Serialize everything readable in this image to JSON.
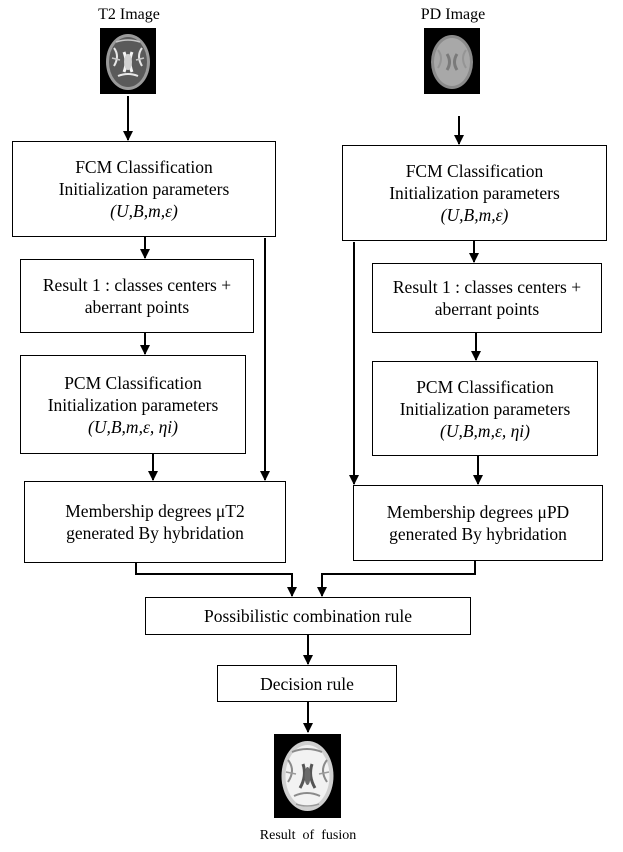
{
  "labels": {
    "t2_image": "T2 Image",
    "pd_image": "PD Image",
    "result": "Result  of  fusion"
  },
  "left": {
    "fcm": {
      "line1": "FCM Classification",
      "line2": "Initialization parameters",
      "line3": "(U,B,m,ε)"
    },
    "result1": {
      "line1": "Result 1 : classes centers +",
      "line2": "aberrant points"
    },
    "pcm": {
      "line1": "PCM Classification",
      "line2": "Initialization parameters",
      "line3": "(U,B,m,ε, ηi)"
    },
    "membership": {
      "line1": "Membership degrees μT2",
      "line2": "generated By hybridation"
    }
  },
  "right": {
    "fcm": {
      "line1": "FCM Classification",
      "line2": "Initialization parameters",
      "line3": "(U,B,m,ε)"
    },
    "result1": {
      "line1": "Result 1 : classes centers +",
      "line2": "aberrant points"
    },
    "pcm": {
      "line1": "PCM Classification",
      "line2": "Initialization parameters",
      "line3": "(U,B,m,ε, ηi)"
    },
    "membership": {
      "line1": "Membership degrees μPD",
      "line2": "generated By hybridation"
    }
  },
  "combination": "Possibilistic combination rule",
  "decision": "Decision rule"
}
